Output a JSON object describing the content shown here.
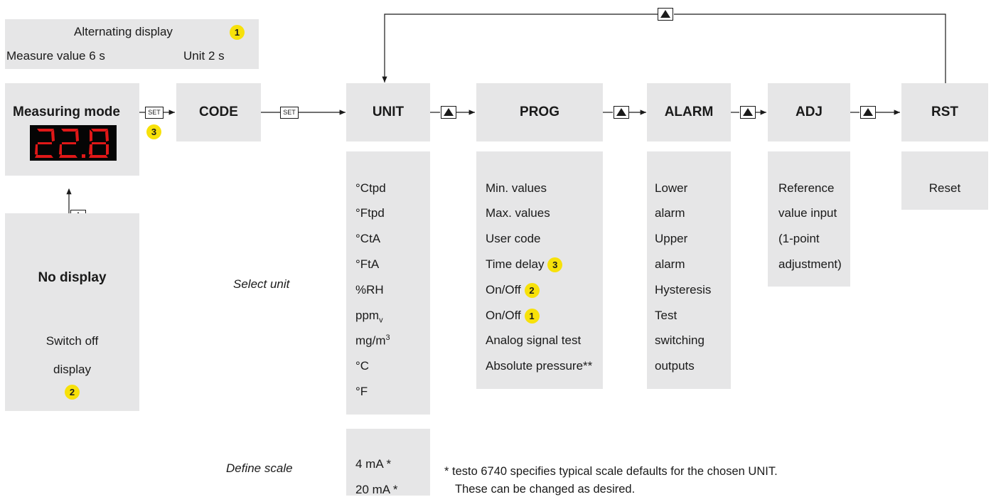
{
  "alternating": {
    "title": "Alternating display",
    "title_badge": "1",
    "left": "Measure value 6 s",
    "right": "Unit 2 s"
  },
  "measuring": {
    "title": "Measuring mode",
    "set_label": "SET",
    "badge": "3",
    "lcd_value": "22.8"
  },
  "nodisplay": {
    "title": "No display",
    "line1": "Switch off",
    "line2": "display",
    "badge": "2"
  },
  "code": {
    "title": "CODE",
    "set_label": "SET"
  },
  "unit": {
    "title": "UNIT",
    "items": [
      "°Ctpd",
      "°Ftpd",
      "°CtA",
      "°FtA",
      "%RH",
      "ppm",
      "mg/m",
      "°C",
      "°F"
    ],
    "ppm_sub": "v",
    "mg_sup": "3",
    "scale_items": [
      "4 mA *",
      "20 mA *"
    ]
  },
  "prog": {
    "title": "PROG",
    "items": [
      "Min. values",
      "Max. values",
      "User code",
      "Time delay",
      "On/Off",
      "On/Off",
      "Analog signal test",
      "Absolute pressure**"
    ],
    "badges": {
      "time_delay": "3",
      "onoff_a": "2",
      "onoff_b": "1"
    }
  },
  "alarm": {
    "title": "ALARM",
    "items": [
      "Lower",
      "alarm",
      "Upper",
      "alarm",
      "Hysteresis",
      "Test",
      "switching",
      "outputs"
    ]
  },
  "adj": {
    "title": "ADJ",
    "items": [
      "Reference",
      "value input",
      "(1-point",
      "adjustment)"
    ]
  },
  "rst": {
    "title": "RST",
    "items": [
      "Reset"
    ]
  },
  "labels": {
    "select_unit": "Select unit",
    "define_scale": "Define scale"
  },
  "footnote": {
    "line1": "* testo 6740 specifies typical scale defaults for the chosen UNIT.",
    "line2": "These can be changed as desired."
  },
  "colors": {
    "box": "#e6e6e7",
    "badge": "#f7e10a",
    "lcd_segment": "#e01818",
    "line": "#1a1a1a"
  }
}
